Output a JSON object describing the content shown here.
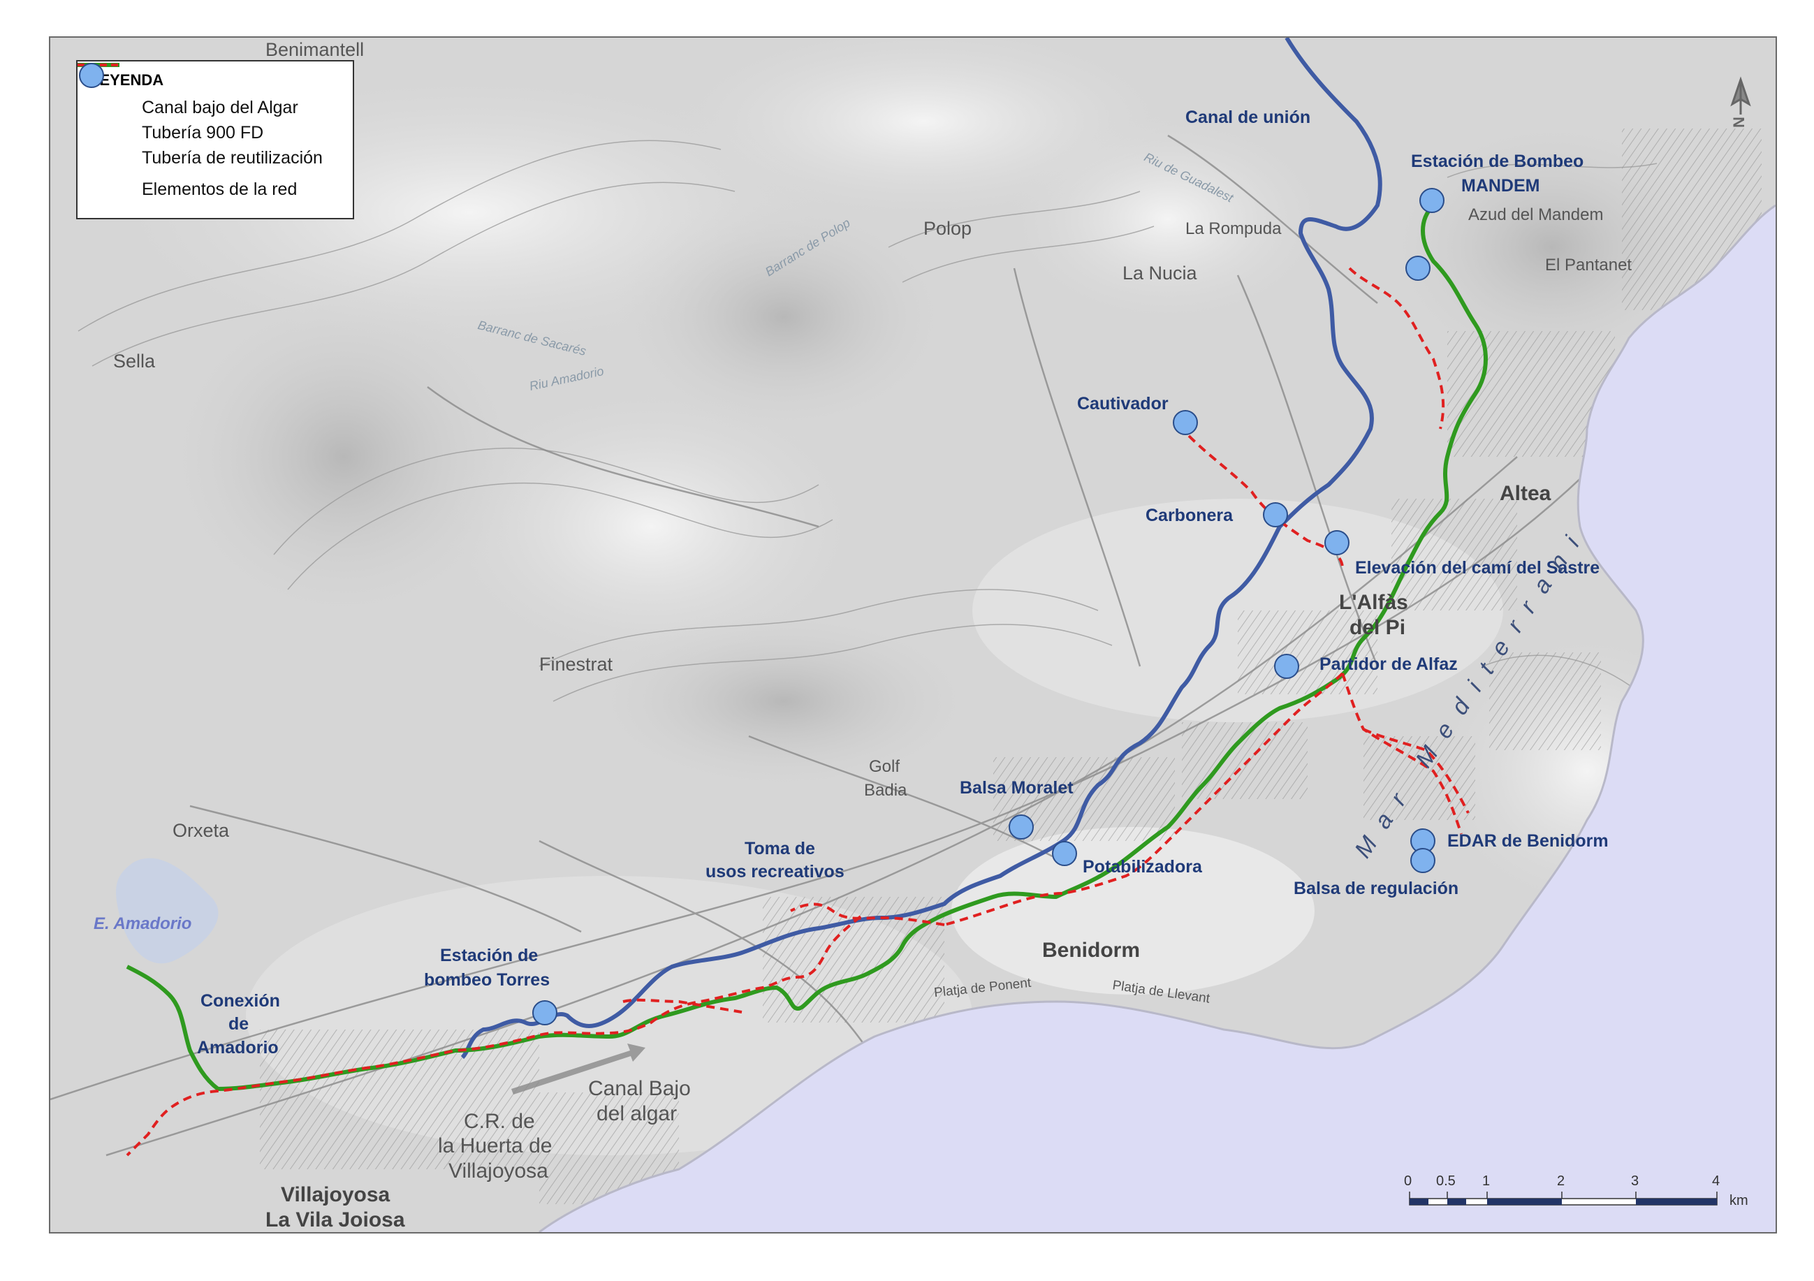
{
  "legend": {
    "title": "LEYENDA",
    "items": [
      {
        "label": "Canal bajo del Algar",
        "symbol": "blue-line"
      },
      {
        "label": "Tubería 900 FD",
        "symbol": "green-line"
      },
      {
        "label": "Tubería de reutilización",
        "symbol": "red-dashed-line"
      },
      {
        "label": "Elementos de la red",
        "symbol": "blue-circle"
      }
    ]
  },
  "colors": {
    "canal": "#3f5ba4",
    "pipe": "#2f9a1f",
    "reuse": "#e02020",
    "node": "#7fb2ee",
    "sea": "#dcdcf5",
    "terrain": "#d9d9d9",
    "network_label": "#1f3a78"
  },
  "network_labels": {
    "canal_union": "Canal de unión",
    "bombeo_mandem_1": "Estación de Bombeo",
    "bombeo_mandem_2": "MANDEM",
    "cautivador": "Cautivador",
    "carbonera": "Carbonera",
    "elevacion": "Elevación del camí del Sastre",
    "partidor": "Partidor de Alfaz",
    "balsa_moralet": "Balsa Moralet",
    "potabilizadora": "Potabilizadora",
    "toma_1": "Toma de",
    "toma_2": "usos recreativos",
    "edar": "EDAR de Benidorm",
    "balsa_regulacion": "Balsa de regulación",
    "torres_1": "Estación de",
    "torres_2": "bombeo Torres",
    "conexion_1": "Conexión",
    "conexion_2": "de",
    "conexion_3": "Amadorio"
  },
  "places": {
    "benimantell": "Benimantell",
    "sella": "Sella",
    "polop": "Polop",
    "la_nucia": "La Nucia",
    "la_rompuda": "La Rompuda",
    "azud": "Azud del Mandem",
    "el_pantanet": "El Pantanet",
    "altea": "Altea",
    "alfas_1": "L'Alfàs",
    "alfas_2": "del Pi",
    "finestrat": "Finestrat",
    "golf_1": "Golf",
    "golf_2": "Badia",
    "orxeta": "Orxeta",
    "e_amadorio": "E. Amadorio",
    "benidorm": "Benidorm",
    "platja_ponent": "Platja de Ponent",
    "platja_llevant": "Platja de Llevant",
    "canal_bajo_1": "Canal Bajo",
    "canal_bajo_2": "del algar",
    "cr_1": "C.R. de",
    "cr_2": "la Huerta de",
    "cr_3": "Villajoyosa",
    "villajoyosa_1": "Villajoyosa",
    "villajoyosa_2": "La Vila Joiosa",
    "mar": "Mar Mediterrani"
  },
  "rivers": {
    "guadalest": "Riu de Guadalest",
    "barranc_polop": "Barranc de Polop",
    "barranc_sacares": "Barranc de Sacarés",
    "riu_amadorio": "Riu Amadorio"
  },
  "scale": {
    "ticks": [
      "0",
      "0.5",
      "1",
      "2",
      "3",
      "4"
    ],
    "unit": "km"
  },
  "north_arrow": "N"
}
